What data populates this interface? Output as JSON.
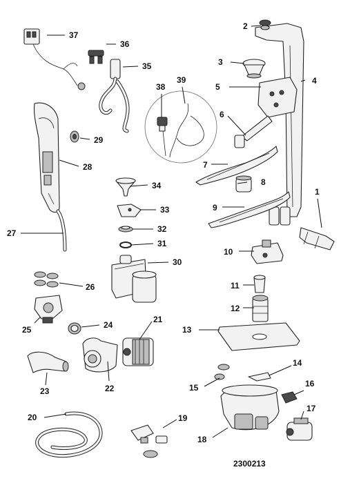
{
  "diagram_code": "2300213",
  "callouts": [
    {
      "id": "p1",
      "label": "1"
    },
    {
      "id": "p2",
      "label": "2"
    },
    {
      "id": "p3",
      "label": "3"
    },
    {
      "id": "p4",
      "label": "4"
    },
    {
      "id": "p5",
      "label": "5"
    },
    {
      "id": "p6",
      "label": "6"
    },
    {
      "id": "p7",
      "label": "7"
    },
    {
      "id": "p8",
      "label": "8"
    },
    {
      "id": "p9",
      "label": "9"
    },
    {
      "id": "p10",
      "label": "10"
    },
    {
      "id": "p11",
      "label": "11"
    },
    {
      "id": "p12",
      "label": "12"
    },
    {
      "id": "p13",
      "label": "13"
    },
    {
      "id": "p14",
      "label": "14"
    },
    {
      "id": "p15",
      "label": "15"
    },
    {
      "id": "p16",
      "label": "16"
    },
    {
      "id": "p17",
      "label": "17"
    },
    {
      "id": "p18",
      "label": "18"
    },
    {
      "id": "p19",
      "label": "19"
    },
    {
      "id": "p20",
      "label": "20"
    },
    {
      "id": "p21",
      "label": "21"
    },
    {
      "id": "p22",
      "label": "22"
    },
    {
      "id": "p23",
      "label": "23"
    },
    {
      "id": "p24",
      "label": "24"
    },
    {
      "id": "p25",
      "label": "25"
    },
    {
      "id": "p26",
      "label": "26"
    },
    {
      "id": "p27",
      "label": "27"
    },
    {
      "id": "p28",
      "label": "28"
    },
    {
      "id": "p29",
      "label": "29"
    },
    {
      "id": "p30",
      "label": "30"
    },
    {
      "id": "p31",
      "label": "31"
    },
    {
      "id": "p32",
      "label": "32"
    },
    {
      "id": "p33",
      "label": "33"
    },
    {
      "id": "p34",
      "label": "34"
    },
    {
      "id": "p35",
      "label": "35"
    },
    {
      "id": "p36",
      "label": "36"
    },
    {
      "id": "p37",
      "label": "37"
    },
    {
      "id": "p38",
      "label": "38"
    },
    {
      "id": "p39",
      "label": "39"
    }
  ]
}
